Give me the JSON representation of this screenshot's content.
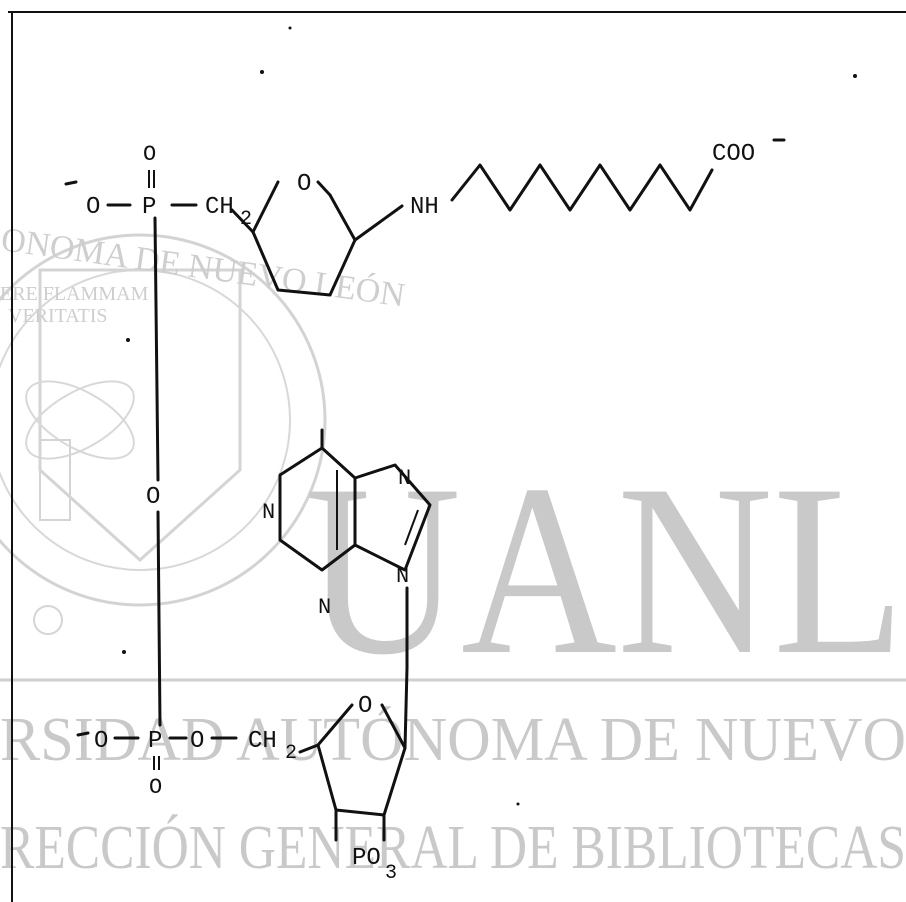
{
  "colors": {
    "ink": "#111111",
    "watermark": "#c9c9c9",
    "background": "#ffffff"
  },
  "watermark": {
    "big": "UANL",
    "line1": "RSIDAD AUTÓNOMA DE NUEVO",
    "line2": "RECCIÓN GENERAL DE BIBLIOTECAS",
    "seal_arc": "ONOMA DE NUEVO LEÓN",
    "seal_motto_1": "ERE FLAMMAM",
    "seal_motto_2": "VERITATIS"
  },
  "structure": {
    "top_phosphate": {
      "oxygen_minus": "−O",
      "phosphorus": "P",
      "double_o": "O",
      "ch2": "CH",
      "ch2_sub": "2"
    },
    "ring_oxygen_top": "O",
    "amine": "NH",
    "carboxylate": "COO",
    "carboxylate_charge": "−",
    "bridge_oxygen": "O",
    "adenine_n": [
      "N",
      "N",
      "N",
      "N"
    ],
    "bottom_phosphate": {
      "oxygen_minus": "−O",
      "phosphorus": "P",
      "bridge_o": "O",
      "ch2": "CH",
      "ch2_sub": "2",
      "double_o": "O"
    },
    "ring_oxygen_bottom": "O",
    "po3": "PO",
    "po3_sub": "3"
  }
}
